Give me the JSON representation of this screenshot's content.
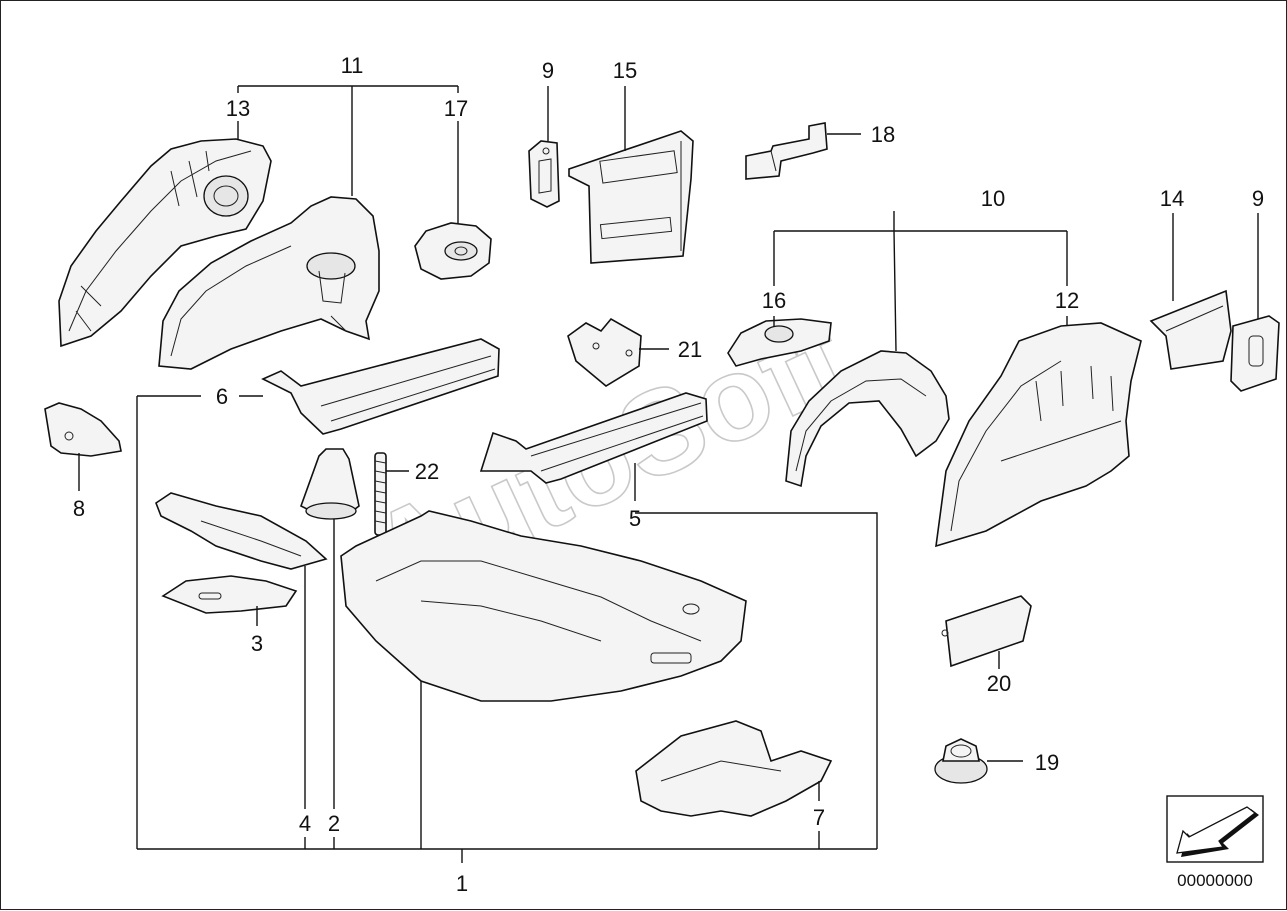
{
  "diagram": {
    "callouts": {
      "c1": "1",
      "c2": "2",
      "c3": "3",
      "c4": "4",
      "c5": "5",
      "c6": "6",
      "c7": "7",
      "c8": "8",
      "c9a": "9",
      "c9b": "9",
      "c10": "10",
      "c11": "11",
      "c12": "12",
      "c13": "13",
      "c14": "14",
      "c15": "15",
      "c16": "16",
      "c17": "17",
      "c18": "18",
      "c19": "19",
      "c20": "20",
      "c21": "21",
      "c22": "22"
    },
    "watermark": "AutoSoft",
    "catalog_number": "00000000",
    "icons": [
      "direction-arrow-icon"
    ]
  }
}
